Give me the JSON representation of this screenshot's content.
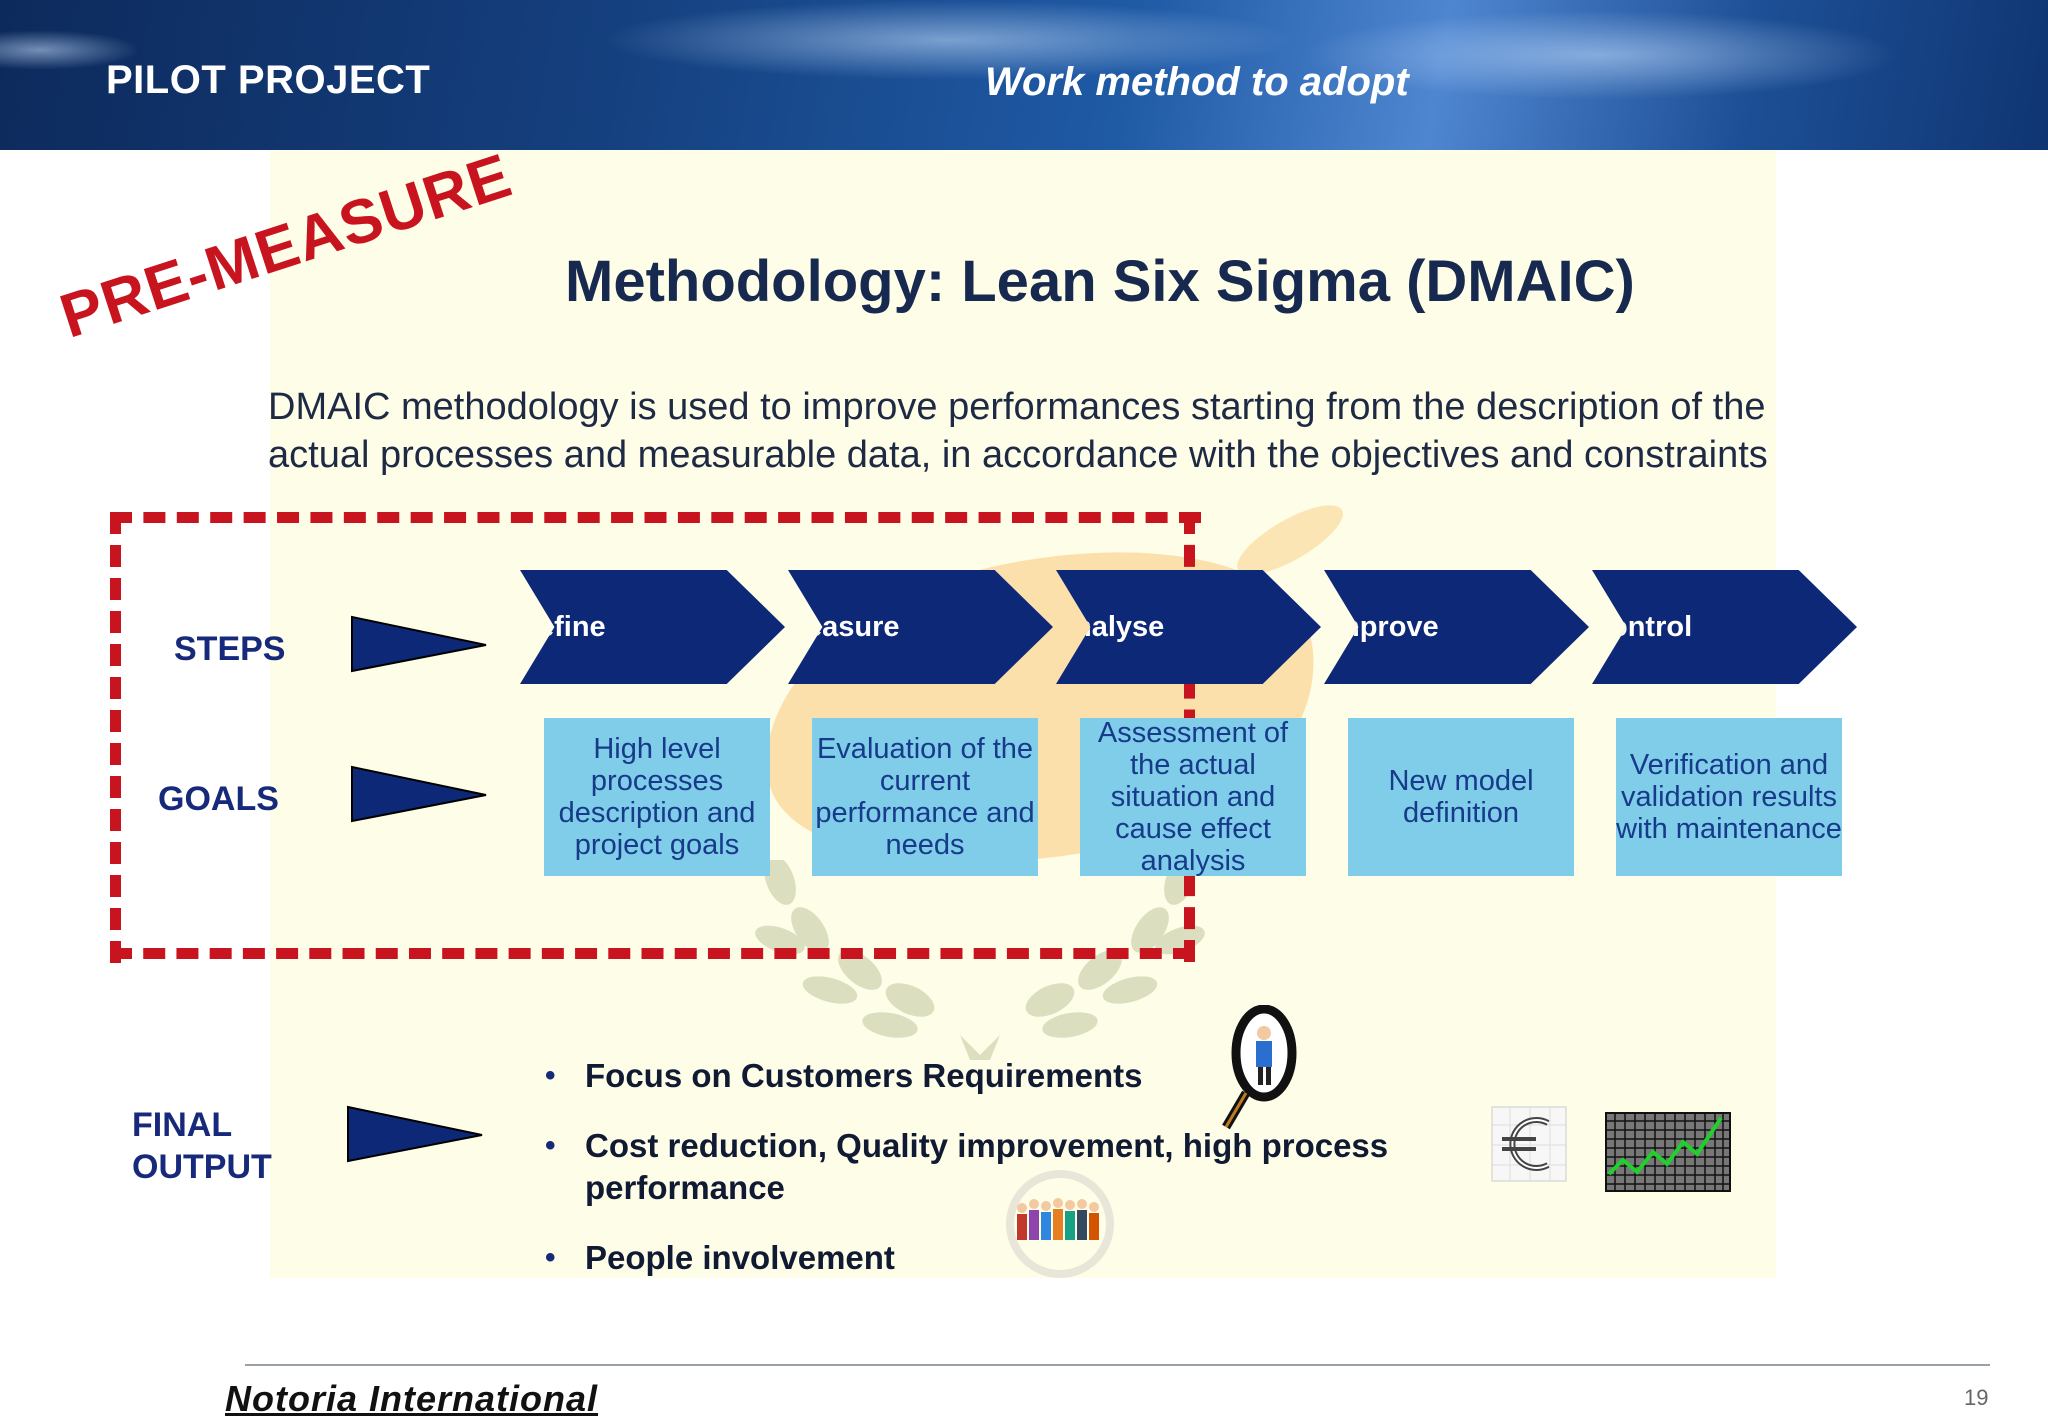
{
  "header": {
    "title": "PILOT PROJECT",
    "subtitle": "Work method to adopt"
  },
  "stamp": "PRE-MEASURE",
  "main_title": "Methodology: Lean Six Sigma (DMAIC)",
  "intro": "DMAIC methodology is used to improve performances starting from the description of the actual processes and measurable data, in accordance with the objectives and constraints",
  "row_labels": {
    "steps": "STEPS",
    "goals": "GOALS",
    "final_output_line1": "FINAL",
    "final_output_line2": "OUTPUT"
  },
  "steps": [
    "efine",
    "easure",
    "nalyse",
    "nprove",
    "ontrol"
  ],
  "goals": [
    "High level processes description and project goals",
    "Evaluation of the current performance and needs",
    "Assessment of the actual situation and cause effect analysis",
    "New model definition",
    "Verification and validation results with maintenance"
  ],
  "final_output": [
    "Focus on Customers Requirements",
    "Cost reduction, Quality improvement, high process performance",
    "People involvement"
  ],
  "icons": [
    "magnifier-person-icon",
    "euro-chart-icon",
    "growth-chart-icon",
    "team-people-icon",
    "wreath-icon",
    "map-icon"
  ],
  "colors": {
    "accent_red": "#c8141e",
    "chevron_navy": "#0e2878",
    "goal_box": "#7fcde8",
    "header_blue": "#15407f"
  },
  "footer": {
    "brand": "Notoria International",
    "page": "19"
  }
}
